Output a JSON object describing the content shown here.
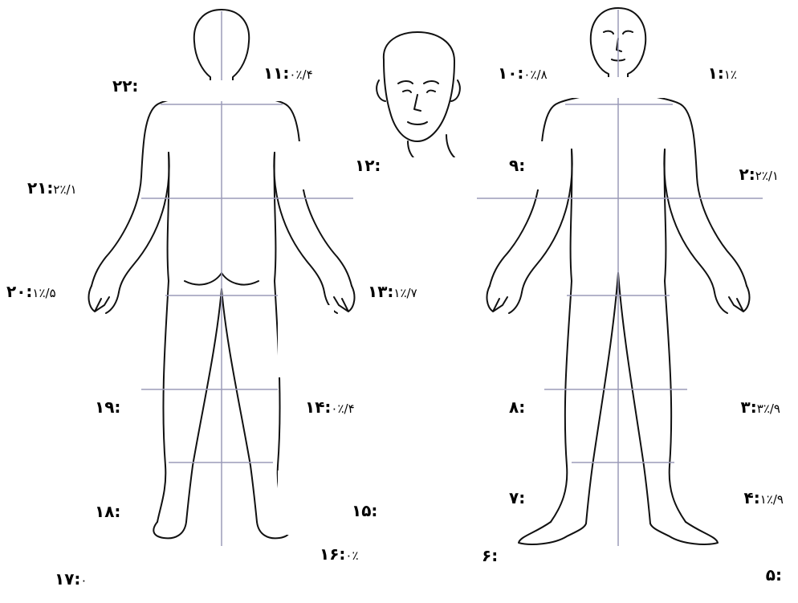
{
  "labels": [
    {
      "id": "l1",
      "num": "۱",
      "val": "۱٪"
    },
    {
      "id": "l2",
      "num": "۲",
      "val": "۲٪/۱"
    },
    {
      "id": "l3",
      "num": "۳",
      "val": "۳٪/۹"
    },
    {
      "id": "l4",
      "num": "۴",
      "val": "۱٪/۹"
    },
    {
      "id": "l5",
      "num": "۵",
      "val": ""
    },
    {
      "id": "l6",
      "num": "۶",
      "val": ""
    },
    {
      "id": "l7",
      "num": "۷",
      "val": ""
    },
    {
      "id": "l8",
      "num": "۸",
      "val": ""
    },
    {
      "id": "l9",
      "num": "۹",
      "val": ""
    },
    {
      "id": "l10",
      "num": "۱۰",
      "val": "۰٪/۸"
    },
    {
      "id": "l11",
      "num": "۱۱",
      "val": "۰٪/۴"
    },
    {
      "id": "l12",
      "num": "۱۲",
      "val": ""
    },
    {
      "id": "l13",
      "num": "۱۳",
      "val": "۱٪/۷"
    },
    {
      "id": "l14",
      "num": "۱۴",
      "val": "۰٪/۴"
    },
    {
      "id": "l15",
      "num": "۱۵",
      "val": ""
    },
    {
      "id": "l16",
      "num": "۱۶",
      "val": "۰٪"
    },
    {
      "id": "l17",
      "num": "۱۷",
      "val": "۰"
    },
    {
      "id": "l18",
      "num": "۱۸",
      "val": ""
    },
    {
      "id": "l19",
      "num": "۱۹",
      "val": ""
    },
    {
      "id": "l20",
      "num": "۲۰",
      "val": "۱٪/۵"
    },
    {
      "id": "l21",
      "num": "۲۱",
      "val": "۲٪/۱"
    },
    {
      "id": "l22",
      "num": "۲۲",
      "val": ""
    }
  ]
}
